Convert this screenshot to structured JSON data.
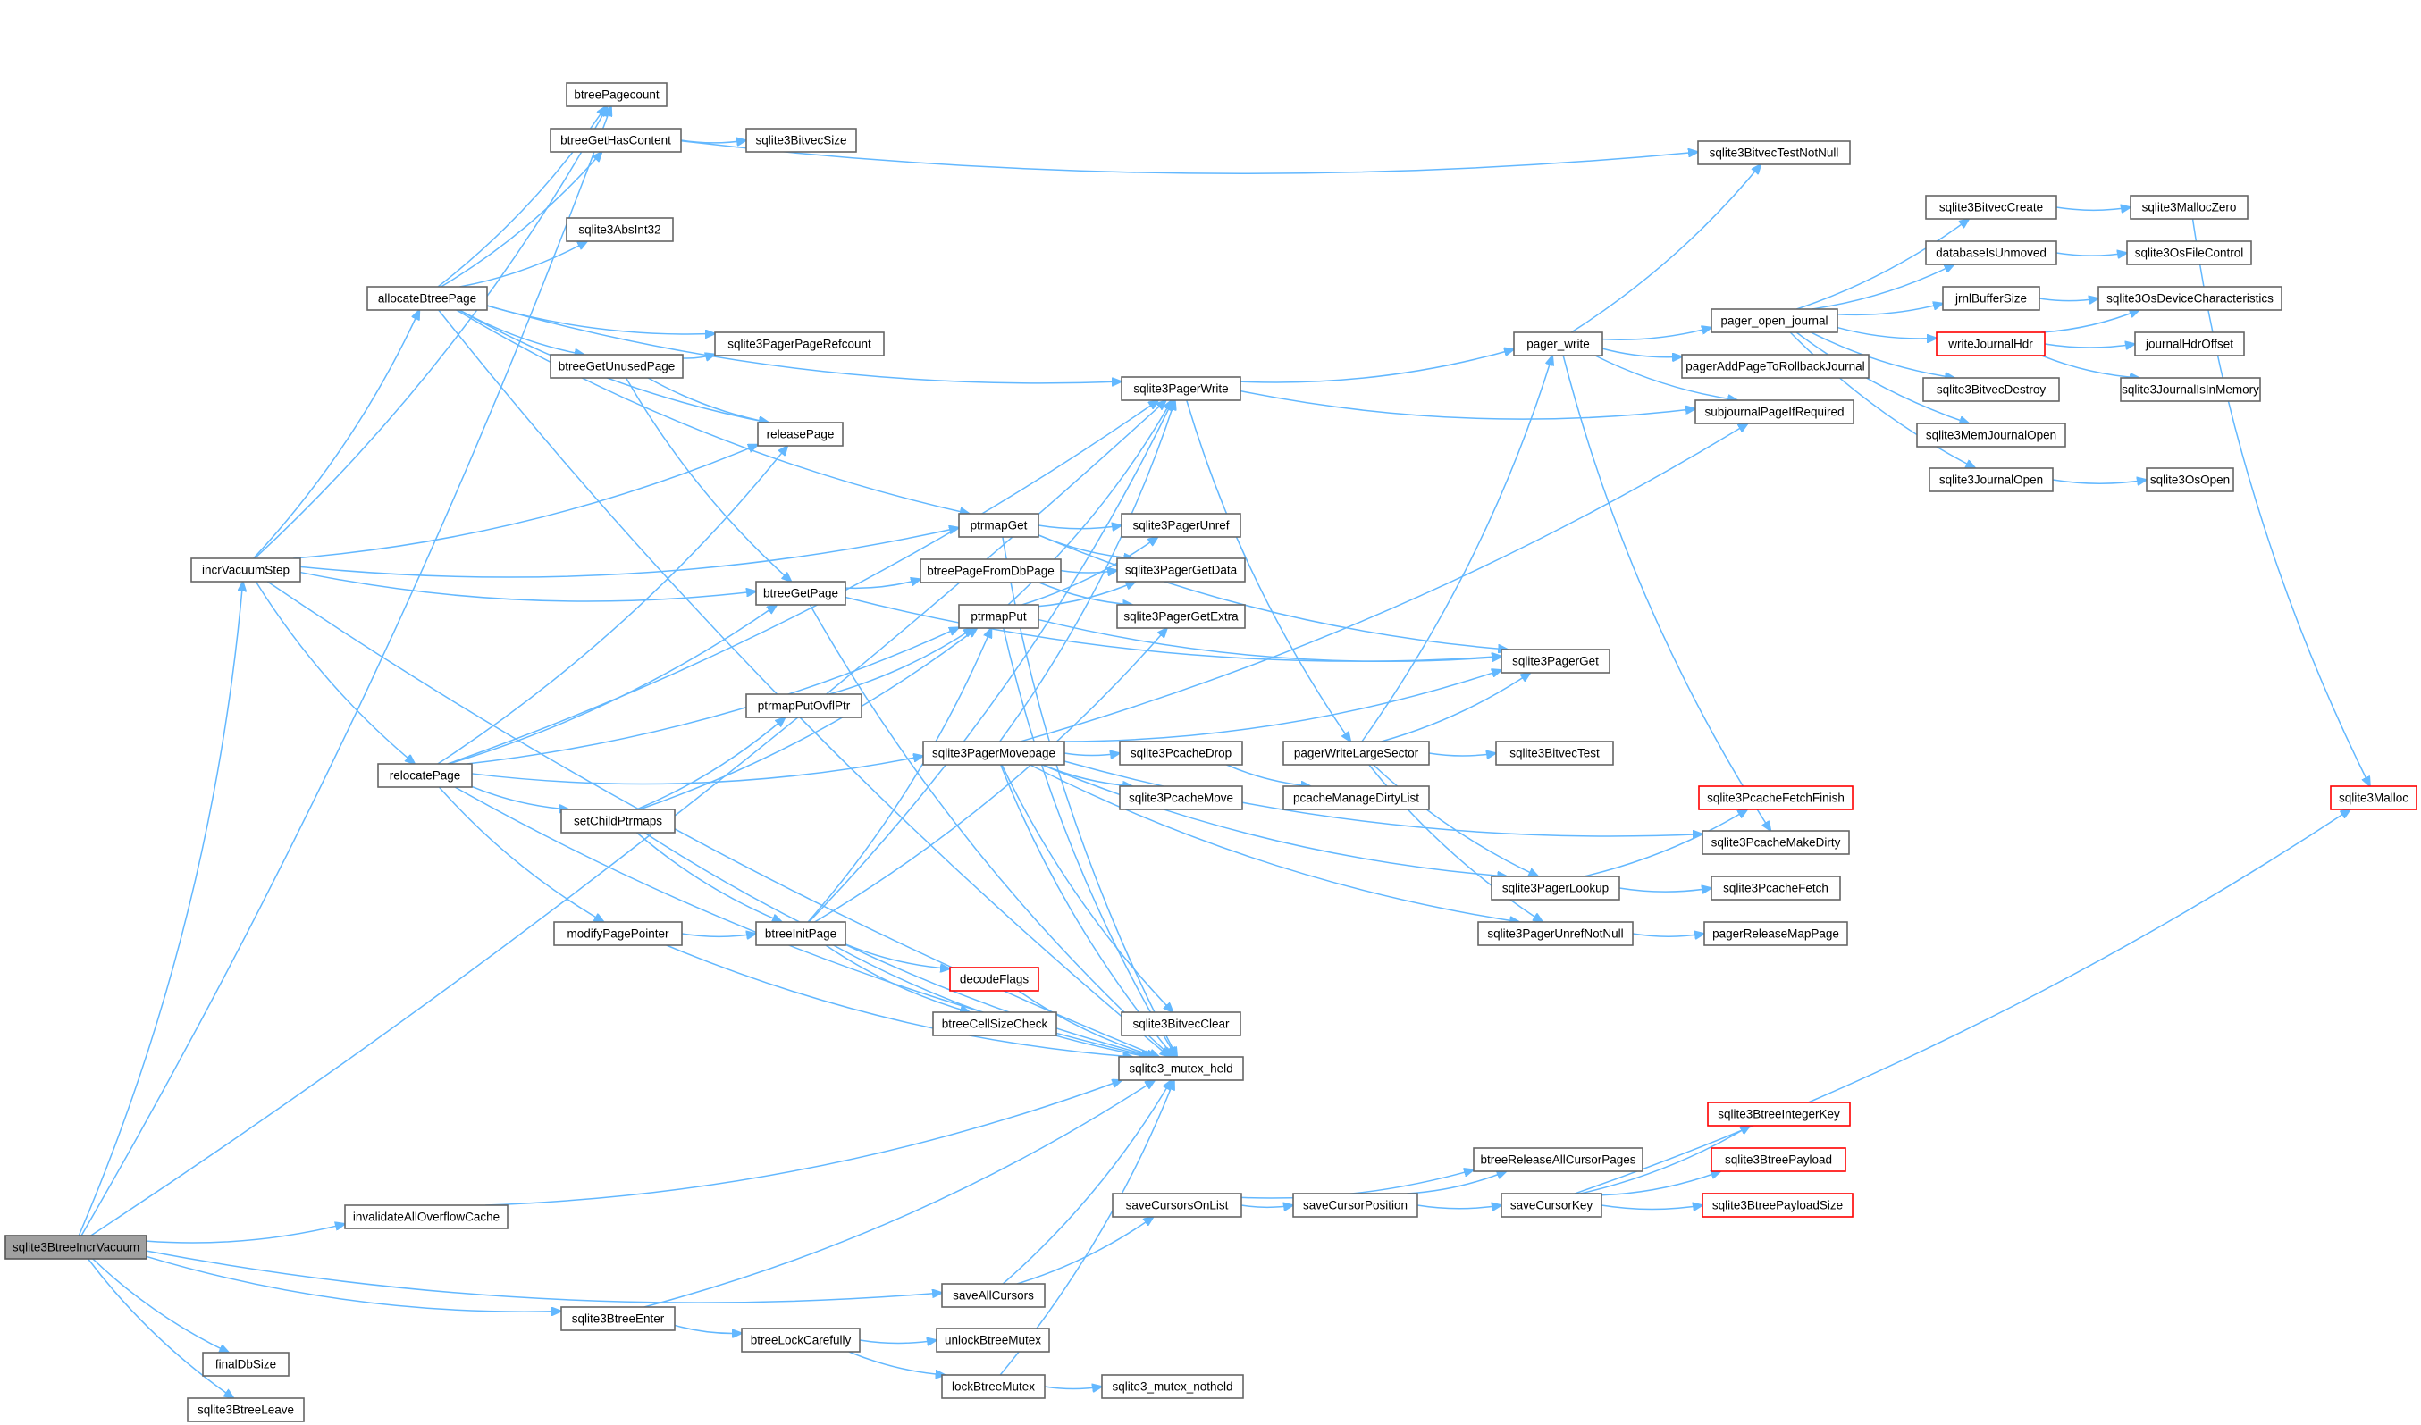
{
  "diagram": {
    "colors": {
      "edge": "#63b8ff",
      "node_border": "#666666",
      "root_fill": "#a0a0a0",
      "red_border": "#ff0000"
    },
    "nodes": [
      {
        "id": "sqlite3BtreeIncrVacuum",
        "label": "sqlite3BtreeIncrVacuum",
        "root": true
      },
      {
        "id": "btreePagecount",
        "label": "btreePagecount"
      },
      {
        "id": "btreeGetHasContent",
        "label": "btreeGetHasContent"
      },
      {
        "id": "sqlite3BitvecSize",
        "label": "sqlite3BitvecSize"
      },
      {
        "id": "sqlite3AbsInt32",
        "label": "sqlite3AbsInt32"
      },
      {
        "id": "allocateBtreePage",
        "label": "allocateBtreePage"
      },
      {
        "id": "sqlite3PagerPageRefcount",
        "label": "sqlite3PagerPageRefcount"
      },
      {
        "id": "btreeGetUnusedPage",
        "label": "btreeGetUnusedPage"
      },
      {
        "id": "releasePage",
        "label": "releasePage"
      },
      {
        "id": "incrVacuumStep",
        "label": "incrVacuumStep"
      },
      {
        "id": "ptrmapGet",
        "label": "ptrmapGet"
      },
      {
        "id": "btreeGetPage",
        "label": "btreeGetPage"
      },
      {
        "id": "btreePageFromDbPage",
        "label": "btreePageFromDbPage"
      },
      {
        "id": "ptrmapPut",
        "label": "ptrmapPut"
      },
      {
        "id": "ptrmapPutOvflPtr",
        "label": "ptrmapPutOvflPtr"
      },
      {
        "id": "relocatePage",
        "label": "relocatePage"
      },
      {
        "id": "sqlite3PagerMovepage",
        "label": "sqlite3PagerMovepage"
      },
      {
        "id": "setChildPtrmaps",
        "label": "setChildPtrmaps"
      },
      {
        "id": "modifyPagePointer",
        "label": "modifyPagePointer"
      },
      {
        "id": "btreeInitPage",
        "label": "btreeInitPage"
      },
      {
        "id": "decodeFlags",
        "label": "decodeFlags",
        "red": true
      },
      {
        "id": "btreeCellSizeCheck",
        "label": "btreeCellSizeCheck"
      },
      {
        "id": "sqlite3PagerWrite",
        "label": "sqlite3PagerWrite"
      },
      {
        "id": "sqlite3PagerUnref",
        "label": "sqlite3PagerUnref"
      },
      {
        "id": "sqlite3PagerGetData",
        "label": "sqlite3PagerGetData"
      },
      {
        "id": "sqlite3PagerGetExtra",
        "label": "sqlite3PagerGetExtra"
      },
      {
        "id": "sqlite3PcacheDrop",
        "label": "sqlite3PcacheDrop"
      },
      {
        "id": "sqlite3PcacheMove",
        "label": "sqlite3PcacheMove"
      },
      {
        "id": "sqlite3BitvecClear",
        "label": "sqlite3BitvecClear"
      },
      {
        "id": "sqlite3_mutex_held",
        "label": "sqlite3_mutex_held"
      },
      {
        "id": "invalidateAllOverflowCache",
        "label": "invalidateAllOverflowCache"
      },
      {
        "id": "saveAllCursors",
        "label": "saveAllCursors"
      },
      {
        "id": "sqlite3BtreeEnter",
        "label": "sqlite3BtreeEnter"
      },
      {
        "id": "btreeLockCarefully",
        "label": "btreeLockCarefully"
      },
      {
        "id": "unlockBtreeMutex",
        "label": "unlockBtreeMutex"
      },
      {
        "id": "lockBtreeMutex",
        "label": "lockBtreeMutex"
      },
      {
        "id": "sqlite3_mutex_notheld",
        "label": "sqlite3_mutex_notheld"
      },
      {
        "id": "finalDbSize",
        "label": "finalDbSize"
      },
      {
        "id": "sqlite3BtreeLeave",
        "label": "sqlite3BtreeLeave"
      },
      {
        "id": "saveCursorsOnList",
        "label": "saveCursorsOnList"
      },
      {
        "id": "saveCursorPosition",
        "label": "saveCursorPosition"
      },
      {
        "id": "btreeReleaseAllCursorPages",
        "label": "btreeReleaseAllCursorPages"
      },
      {
        "id": "saveCursorKey",
        "label": "saveCursorKey"
      },
      {
        "id": "sqlite3BtreeIntegerKey",
        "label": "sqlite3BtreeIntegerKey",
        "red": true
      },
      {
        "id": "sqlite3BtreePayload",
        "label": "sqlite3BtreePayload",
        "red": true
      },
      {
        "id": "sqlite3BtreePayloadSize",
        "label": "sqlite3BtreePayloadSize",
        "red": true
      },
      {
        "id": "pcacheManageDirtyList",
        "label": "pcacheManageDirtyList"
      },
      {
        "id": "pagerWriteLargeSector",
        "label": "pagerWriteLargeSector"
      },
      {
        "id": "pager_write",
        "label": "pager_write"
      },
      {
        "id": "sqlite3PagerGet",
        "label": "sqlite3PagerGet"
      },
      {
        "id": "sqlite3BitvecTest",
        "label": "sqlite3BitvecTest"
      },
      {
        "id": "sqlite3PagerLookup",
        "label": "sqlite3PagerLookup"
      },
      {
        "id": "sqlite3PagerUnrefNotNull",
        "label": "sqlite3PagerUnrefNotNull"
      },
      {
        "id": "sqlite3BitvecTestNotNull",
        "label": "sqlite3BitvecTestNotNull"
      },
      {
        "id": "pager_open_journal",
        "label": "pager_open_journal"
      },
      {
        "id": "pagerAddPageToRollbackJournal",
        "label": "pagerAddPageToRollbackJournal"
      },
      {
        "id": "subjournalPageIfRequired",
        "label": "subjournalPageIfRequired"
      },
      {
        "id": "sqlite3PcacheFetchFinish",
        "label": "sqlite3PcacheFetchFinish",
        "red": true
      },
      {
        "id": "sqlite3PcacheMakeDirty",
        "label": "sqlite3PcacheMakeDirty"
      },
      {
        "id": "sqlite3PcacheFetch",
        "label": "sqlite3PcacheFetch"
      },
      {
        "id": "pagerReleaseMapPage",
        "label": "pagerReleaseMapPage"
      },
      {
        "id": "sqlite3BitvecCreate",
        "label": "sqlite3BitvecCreate"
      },
      {
        "id": "databaseIsUnmoved",
        "label": "databaseIsUnmoved"
      },
      {
        "id": "jrnlBufferSize",
        "label": "jrnlBufferSize"
      },
      {
        "id": "writeJournalHdr",
        "label": "writeJournalHdr",
        "red": true
      },
      {
        "id": "sqlite3BitvecDestroy",
        "label": "sqlite3BitvecDestroy"
      },
      {
        "id": "sqlite3MemJournalOpen",
        "label": "sqlite3MemJournalOpen"
      },
      {
        "id": "sqlite3JournalOpen",
        "label": "sqlite3JournalOpen"
      },
      {
        "id": "sqlite3MallocZero",
        "label": "sqlite3MallocZero"
      },
      {
        "id": "sqlite3OsFileControl",
        "label": "sqlite3OsFileControl"
      },
      {
        "id": "sqlite3OsDeviceCharacteristics",
        "label": "sqlite3OsDeviceCharacteristics"
      },
      {
        "id": "journalHdrOffset",
        "label": "journalHdrOffset"
      },
      {
        "id": "sqlite3JournalIsInMemory",
        "label": "sqlite3JournalIsInMemory"
      },
      {
        "id": "sqlite3OsOpen",
        "label": "sqlite3OsOpen"
      },
      {
        "id": "sqlite3Malloc",
        "label": "sqlite3Malloc",
        "red": true
      }
    ],
    "edges": [
      [
        "sqlite3BtreeIncrVacuum",
        "btreePagecount"
      ],
      [
        "sqlite3BtreeIncrVacuum",
        "sqlite3PagerWrite"
      ],
      [
        "sqlite3BtreeIncrVacuum",
        "incrVacuumStep"
      ],
      [
        "sqlite3BtreeIncrVacuum",
        "invalidateAllOverflowCache"
      ],
      [
        "sqlite3BtreeIncrVacuum",
        "saveAllCursors"
      ],
      [
        "sqlite3BtreeIncrVacuum",
        "sqlite3BtreeEnter"
      ],
      [
        "sqlite3BtreeIncrVacuum",
        "finalDbSize"
      ],
      [
        "sqlite3BtreeIncrVacuum",
        "sqlite3BtreeLeave"
      ],
      [
        "btreeGetHasContent",
        "sqlite3BitvecSize"
      ],
      [
        "btreeGetHasContent",
        "sqlite3BitvecTestNotNull"
      ],
      [
        "allocateBtreePage",
        "btreePagecount"
      ],
      [
        "allocateBtreePage",
        "btreeGetHasContent"
      ],
      [
        "allocateBtreePage",
        "sqlite3AbsInt32"
      ],
      [
        "allocateBtreePage",
        "sqlite3PagerPageRefcount"
      ],
      [
        "allocateBtreePage",
        "btreeGetUnusedPage"
      ],
      [
        "allocateBtreePage",
        "releasePage"
      ],
      [
        "allocateBtreePage",
        "sqlite3PagerWrite"
      ],
      [
        "allocateBtreePage",
        "ptrmapGet"
      ],
      [
        "allocateBtreePage",
        "sqlite3_mutex_held"
      ],
      [
        "btreeGetUnusedPage",
        "sqlite3PagerPageRefcount"
      ],
      [
        "btreeGetUnusedPage",
        "releasePage"
      ],
      [
        "btreeGetUnusedPage",
        "btreeGetPage"
      ],
      [
        "incrVacuumStep",
        "btreePagecount"
      ],
      [
        "incrVacuumStep",
        "allocateBtreePage"
      ],
      [
        "incrVacuumStep",
        "releasePage"
      ],
      [
        "incrVacuumStep",
        "ptrmapGet"
      ],
      [
        "incrVacuumStep",
        "btreeGetPage"
      ],
      [
        "incrVacuumStep",
        "relocatePage"
      ],
      [
        "incrVacuumStep",
        "sqlite3_mutex_held"
      ],
      [
        "relocatePage",
        "releasePage"
      ],
      [
        "relocatePage",
        "btreeGetPage"
      ],
      [
        "relocatePage",
        "ptrmapPut"
      ],
      [
        "relocatePage",
        "sqlite3PagerWrite"
      ],
      [
        "relocatePage",
        "sqlite3PagerMovepage"
      ],
      [
        "relocatePage",
        "setChildPtrmaps"
      ],
      [
        "relocatePage",
        "modifyPagePointer"
      ],
      [
        "relocatePage",
        "sqlite3_mutex_held"
      ],
      [
        "ptrmapGet",
        "sqlite3PagerUnref"
      ],
      [
        "ptrmapGet",
        "sqlite3PagerGetData"
      ],
      [
        "ptrmapGet",
        "sqlite3PagerGet"
      ],
      [
        "ptrmapGet",
        "sqlite3_mutex_held"
      ],
      [
        "btreeGetPage",
        "btreePageFromDbPage"
      ],
      [
        "btreeGetPage",
        "sqlite3PagerGet"
      ],
      [
        "btreeGetPage",
        "sqlite3_mutex_held"
      ],
      [
        "btreePageFromDbPage",
        "sqlite3PagerGetData"
      ],
      [
        "btreePageFromDbPage",
        "sqlite3PagerGetExtra"
      ],
      [
        "ptrmapPut",
        "sqlite3PagerWrite"
      ],
      [
        "ptrmapPut",
        "sqlite3PagerUnref"
      ],
      [
        "ptrmapPut",
        "sqlite3PagerGetData"
      ],
      [
        "ptrmapPut",
        "sqlite3PagerGet"
      ],
      [
        "ptrmapPut",
        "sqlite3_mutex_held"
      ],
      [
        "ptrmapPutOvflPtr",
        "ptrmapPut"
      ],
      [
        "setChildPtrmaps",
        "ptrmapPut"
      ],
      [
        "setChildPtrmaps",
        "ptrmapPutOvflPtr"
      ],
      [
        "setChildPtrmaps",
        "btreeInitPage"
      ],
      [
        "setChildPtrmaps",
        "sqlite3_mutex_held"
      ],
      [
        "modifyPagePointer",
        "btreeInitPage"
      ],
      [
        "modifyPagePointer",
        "sqlite3_mutex_held"
      ],
      [
        "btreeInitPage",
        "decodeFlags"
      ],
      [
        "btreeInitPage",
        "btreeCellSizeCheck"
      ],
      [
        "btreeInitPage",
        "sqlite3PagerWrite"
      ],
      [
        "btreeInitPage",
        "sqlite3PagerGetExtra"
      ],
      [
        "btreeInitPage",
        "sqlite3_mutex_held"
      ],
      [
        "btreeInitPage",
        "ptrmapPut"
      ],
      [
        "decodeFlags",
        "sqlite3_mutex_held"
      ],
      [
        "sqlite3PagerMovepage",
        "sqlite3PagerWrite"
      ],
      [
        "sqlite3PagerMovepage",
        "sqlite3PcacheDrop"
      ],
      [
        "sqlite3PagerMovepage",
        "sqlite3PcacheMove"
      ],
      [
        "sqlite3PagerMovepage",
        "sqlite3PagerGet"
      ],
      [
        "sqlite3PagerMovepage",
        "subjournalPageIfRequired"
      ],
      [
        "sqlite3PagerMovepage",
        "sqlite3PagerLookup"
      ],
      [
        "sqlite3PagerMovepage",
        "sqlite3PagerUnrefNotNull"
      ],
      [
        "sqlite3PagerMovepage",
        "sqlite3PcacheMakeDirty"
      ],
      [
        "sqlite3PagerMovepage",
        "sqlite3BitvecClear"
      ],
      [
        "sqlite3PagerMovepage",
        "sqlite3_mutex_held"
      ],
      [
        "sqlite3PcacheDrop",
        "pcacheManageDirtyList"
      ],
      [
        "sqlite3PagerWrite",
        "pager_write"
      ],
      [
        "sqlite3PagerWrite",
        "pagerWriteLargeSector"
      ],
      [
        "sqlite3PagerWrite",
        "subjournalPageIfRequired"
      ],
      [
        "pagerWriteLargeSector",
        "pager_write"
      ],
      [
        "pagerWriteLargeSector",
        "sqlite3PagerGet"
      ],
      [
        "pagerWriteLargeSector",
        "sqlite3BitvecTest"
      ],
      [
        "pagerWriteLargeSector",
        "sqlite3PagerLookup"
      ],
      [
        "pagerWriteLargeSector",
        "sqlite3PagerUnrefNotNull"
      ],
      [
        "pager_write",
        "sqlite3BitvecTestNotNull"
      ],
      [
        "pager_write",
        "pager_open_journal"
      ],
      [
        "pager_write",
        "pagerAddPageToRollbackJournal"
      ],
      [
        "pager_write",
        "subjournalPageIfRequired"
      ],
      [
        "pager_write",
        "sqlite3PcacheMakeDirty"
      ],
      [
        "sqlite3PagerLookup",
        "sqlite3PcacheFetchFinish"
      ],
      [
        "sqlite3PagerLookup",
        "sqlite3PcacheFetch"
      ],
      [
        "sqlite3PagerUnrefNotNull",
        "pagerReleaseMapPage"
      ],
      [
        "pager_open_journal",
        "sqlite3BitvecCreate"
      ],
      [
        "pager_open_journal",
        "databaseIsUnmoved"
      ],
      [
        "pager_open_journal",
        "jrnlBufferSize"
      ],
      [
        "pager_open_journal",
        "writeJournalHdr"
      ],
      [
        "pager_open_journal",
        "sqlite3BitvecDestroy"
      ],
      [
        "pager_open_journal",
        "sqlite3MemJournalOpen"
      ],
      [
        "pager_open_journal",
        "sqlite3JournalOpen"
      ],
      [
        "sqlite3BitvecCreate",
        "sqlite3MallocZero"
      ],
      [
        "databaseIsUnmoved",
        "sqlite3OsFileControl"
      ],
      [
        "jrnlBufferSize",
        "sqlite3OsDeviceCharacteristics"
      ],
      [
        "writeJournalHdr",
        "sqlite3OsDeviceCharacteristics"
      ],
      [
        "writeJournalHdr",
        "journalHdrOffset"
      ],
      [
        "writeJournalHdr",
        "sqlite3JournalIsInMemory"
      ],
      [
        "sqlite3JournalOpen",
        "sqlite3OsOpen"
      ],
      [
        "sqlite3MallocZero",
        "sqlite3Malloc"
      ],
      [
        "invalidateAllOverflowCache",
        "sqlite3_mutex_held"
      ],
      [
        "saveAllCursors",
        "sqlite3_mutex_held"
      ],
      [
        "saveAllCursors",
        "saveCursorsOnList"
      ],
      [
        "saveCursorsOnList",
        "saveCursorPosition"
      ],
      [
        "saveCursorsOnList",
        "btreeReleaseAllCursorPages"
      ],
      [
        "saveCursorPosition",
        "btreeReleaseAllCursorPages"
      ],
      [
        "saveCursorPosition",
        "saveCursorKey"
      ],
      [
        "saveCursorKey",
        "sqlite3BtreeIntegerKey"
      ],
      [
        "saveCursorKey",
        "sqlite3BtreePayload"
      ],
      [
        "saveCursorKey",
        "sqlite3BtreePayloadSize"
      ],
      [
        "saveCursorKey",
        "sqlite3Malloc"
      ],
      [
        "sqlite3BtreeEnter",
        "btreeLockCarefully"
      ],
      [
        "sqlite3BtreeEnter",
        "sqlite3_mutex_held"
      ],
      [
        "btreeLockCarefully",
        "unlockBtreeMutex"
      ],
      [
        "btreeLockCarefully",
        "lockBtreeMutex"
      ],
      [
        "lockBtreeMutex",
        "sqlite3_mutex_notheld"
      ],
      [
        "lockBtreeMutex",
        "sqlite3_mutex_held"
      ]
    ]
  }
}
